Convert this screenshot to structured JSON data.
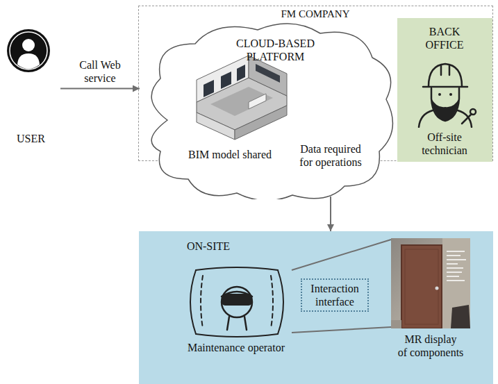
{
  "diagram": {
    "nodes": [
      {
        "text": [
          "USER"
        ]
      },
      {
        "text": [
          "FM COMPANY"
        ]
      },
      {
        "text": [
          "CLOUD-BASED PLATFORM",
          "BIM model shared",
          "Data required for operations"
        ],
        "in": 1
      },
      {
        "text": [
          "BACK OFFICE",
          "Off-site technician"
        ],
        "in": 1
      },
      {
        "text": [
          "ON-SITE"
        ]
      },
      {
        "text": [
          "Maintenance operator"
        ],
        "in": 4
      },
      {
        "text": [
          "Interaction interface"
        ],
        "in": 4
      },
      {
        "text": [
          "MR display of components"
        ],
        "in": 4
      }
    ],
    "edges": [
      {
        "from": 0,
        "to": 2,
        "label": "Call Web service",
        "arrow": "to"
      },
      {
        "from": 2,
        "to": 4,
        "arrow": "to"
      },
      {
        "from": 5,
        "to": 7,
        "arrow": "none"
      },
      {
        "from": 5,
        "to": 7,
        "arrow": "none"
      }
    ]
  }
}
